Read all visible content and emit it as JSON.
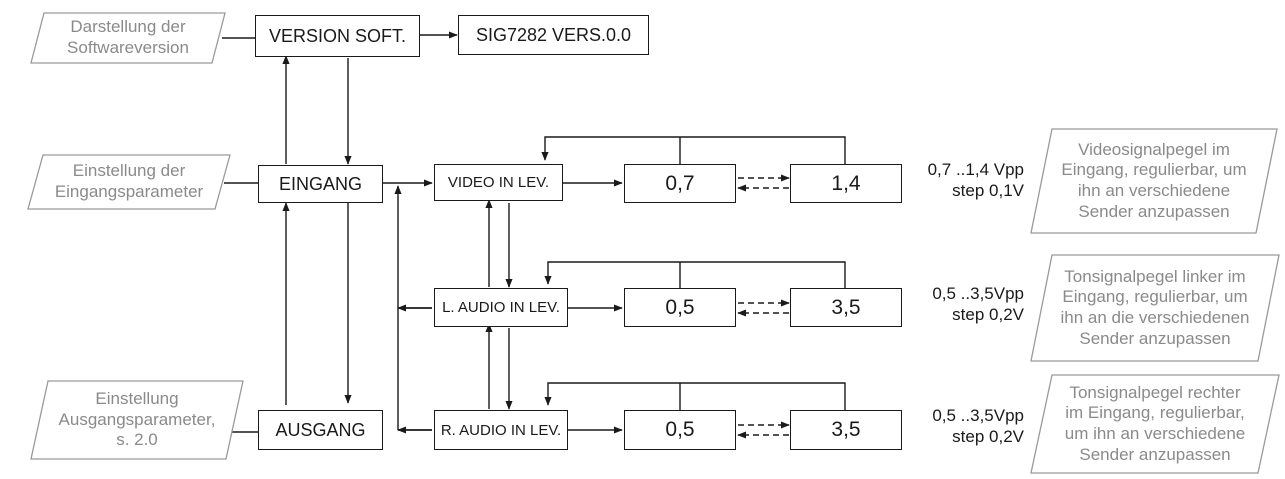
{
  "notes": {
    "software": [
      "Darstellung der",
      "Softwareversion"
    ],
    "input": [
      "Einstellung der",
      "Eingangsparameter"
    ],
    "output": [
      "Einstellung",
      "Ausgangsparameter,",
      "s. 2.0"
    ],
    "video": [
      "Videosignalpegel im",
      "Eingang, regulierbar, um",
      "ihn an verschiedene",
      "Sender anzupassen"
    ],
    "audio_left": [
      "Tonsignalpegel linker im",
      "Eingang, regulierbar, um",
      "ihn an die verschiedenen",
      "Sender anzupassen"
    ],
    "audio_right": [
      "Tonsignalpegel rechter",
      "im Eingang, regulierbar,",
      "um ihn an verschiedene",
      "Sender anzupassen"
    ]
  },
  "boxes": {
    "version_soft": "VERSION  SOFT.",
    "sig_version": "SIG7282 VERS.0.0",
    "eingang": "EINGANG",
    "ausgang": "AUSGANG",
    "video_in_lev": "VIDEO IN LEV.",
    "l_audio_in_lev": "L. AUDIO IN LEV.",
    "r_audio_in_lev": "R. AUDIO IN LEV.",
    "video_min": "0,7",
    "video_max": "1,4",
    "audio_l_min": "0,5",
    "audio_l_max": "3,5",
    "audio_r_min": "0,5",
    "audio_r_max": "3,5"
  },
  "ranges": {
    "video": [
      "0,7 ..1,4 Vpp",
      "step 0,1V"
    ],
    "audio_left": [
      "0,5 ..3,5Vpp",
      "step 0,2V"
    ],
    "audio_right": [
      "0,5 ..3,5Vpp",
      "step 0,2V"
    ]
  }
}
